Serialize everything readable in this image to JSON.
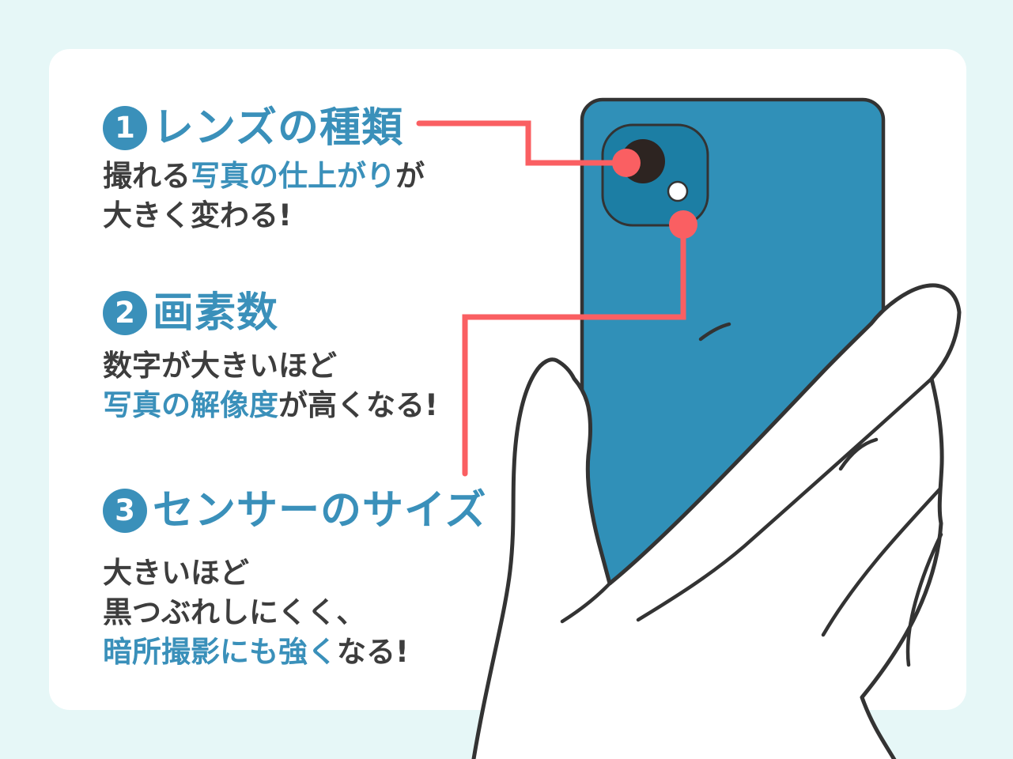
{
  "colors": {
    "background": "#e6f7f7",
    "card": "#ffffff",
    "accent_blue": "#3a90ba",
    "text_dark": "#3d3d3d",
    "accent_red": "#fa5f62",
    "phone_body": "#3090b8",
    "camera_module": "#1c7ea4",
    "lens_black": "#2d2421",
    "flash_white": "#ffffff",
    "outline_dark": "#333333"
  },
  "sections": [
    {
      "badge": "1",
      "title": "レンズの種類",
      "body": [
        {
          "pre": "撮れる",
          "hl": "写真の仕上がり",
          "post": "が"
        },
        {
          "pre": "大きく変わる!",
          "hl": "",
          "post": ""
        }
      ]
    },
    {
      "badge": "2",
      "title": "画素数",
      "body": [
        {
          "pre": "数字が大きいほど",
          "hl": "",
          "post": ""
        },
        {
          "pre": "",
          "hl": "写真の解像度",
          "post": "が高くなる!"
        }
      ]
    },
    {
      "badge": "3",
      "title": "センサーのサイズ",
      "body": [
        {
          "pre": "大きいほど",
          "hl": "",
          "post": ""
        },
        {
          "pre": "黒つぶれしにくく、",
          "hl": "",
          "post": ""
        },
        {
          "pre": "",
          "hl": "暗所撮影にも強く",
          "post": "なる!"
        }
      ]
    }
  ],
  "illustration": {
    "subject": "手に持ったスマートフォンの背面カメラ"
  }
}
